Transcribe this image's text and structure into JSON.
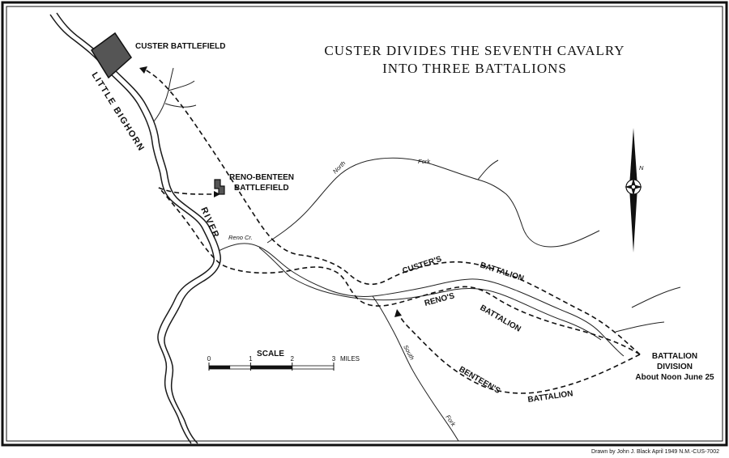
{
  "title": {
    "line1": "CUSTER DIVIDES THE SEVENTH CAVALRY",
    "line2": "INTO THREE BATTALIONS"
  },
  "places": {
    "custer_battlefield": "CUSTER BATTLEFIELD",
    "reno_benteen_line1": "RENO-BENTEEN",
    "reno_benteen_line2": "BATTLEFIELD",
    "battalion_division_line1": "BATTALION",
    "battalion_division_line2": "DIVISION",
    "battalion_division_line3": "About Noon June 25"
  },
  "waterways": {
    "little_bighorn": "LITTLE BIGHORN",
    "river": "RIVER",
    "reno_cr": "Reno Cr.",
    "north": "North",
    "fork_north": "Fork",
    "south": "South",
    "fork_south": "Fork"
  },
  "routes": {
    "custers": "CUSTER'S",
    "custers_battalion": "BATTALION",
    "renos": "RENO'S",
    "renos_battalion": "BATTALION",
    "benteens": "BENTEEN'S",
    "benteens_battalion": "BATTALION"
  },
  "scale": {
    "title": "SCALE",
    "ticks": [
      "0",
      "1",
      "2",
      "3"
    ],
    "unit": "MILES"
  },
  "compass": {
    "north": "N"
  },
  "credit": "Drawn by John J. Black   April 1949   N.M.-CUS-7002",
  "colors": {
    "ink": "#111111",
    "paper": "#ffffff",
    "battlefield_fill": "#555555"
  }
}
